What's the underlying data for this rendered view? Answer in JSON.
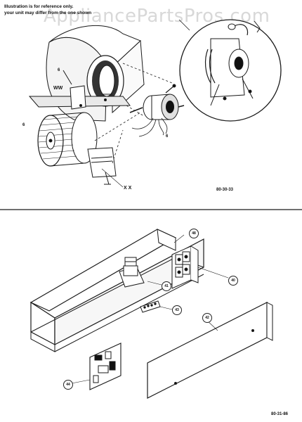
{
  "diagram": {
    "watermark": "AppliancePartsPros.com",
    "note_line1": "Illustration is for reference only.",
    "note_line2": "your unit may differ from the one shown",
    "top": {
      "label_ww": "WW",
      "label_xx": "X X",
      "callout_6a": "6",
      "callout_6b": "6",
      "callout_6c": "6",
      "code": "80-30-33"
    },
    "bottom": {
      "callout_48": "48",
      "callout_40": "40",
      "callout_41": "41",
      "callout_43": "43",
      "callout_42": "42",
      "callout_44": "44",
      "code": "80-31-86"
    }
  }
}
